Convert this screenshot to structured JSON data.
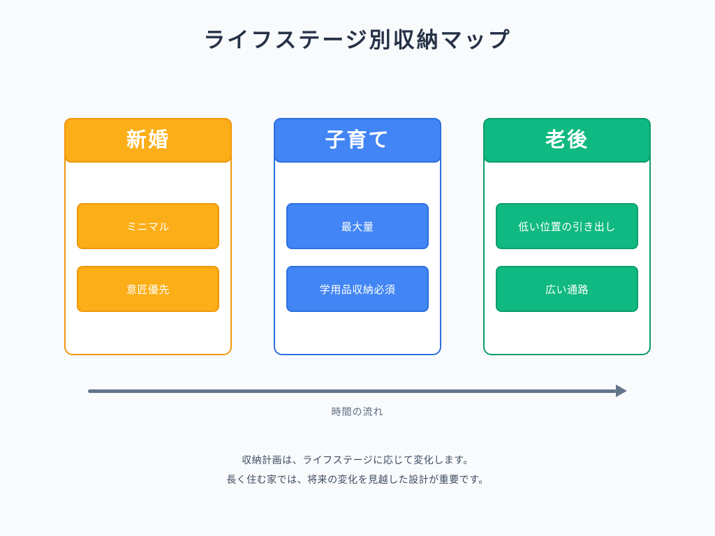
{
  "title": "ライフステージ別収納マップ",
  "colors": {
    "background": "#F8FAFC",
    "title_text": "#273247",
    "muted_text": "#5D6B80",
    "footer_text": "#3F4C61",
    "arrow": "#64748B",
    "orange_fill": "#FBAE17",
    "orange_border": "#F0980B",
    "blue_fill": "#4285F4",
    "blue_border": "#2D6FDE",
    "green_fill": "#10B981",
    "green_border": "#0C9D6C"
  },
  "columns": [
    {
      "title": "新婚",
      "accent": "orange",
      "items": [
        "ミニマル",
        "意匠優先"
      ]
    },
    {
      "title": "子育て",
      "accent": "blue",
      "items": [
        "最大量",
        "学用品収納必須"
      ]
    },
    {
      "title": "老後",
      "accent": "green",
      "items": [
        "低い位置の引き出し",
        "広い通路"
      ]
    }
  ],
  "timeline": {
    "label": "時間の流れ"
  },
  "footer": {
    "line1": "収納計画は、ライフステージに応じて変化します。",
    "line2": "長く住む家では、将来の変化を見越した設計が重要です。"
  }
}
